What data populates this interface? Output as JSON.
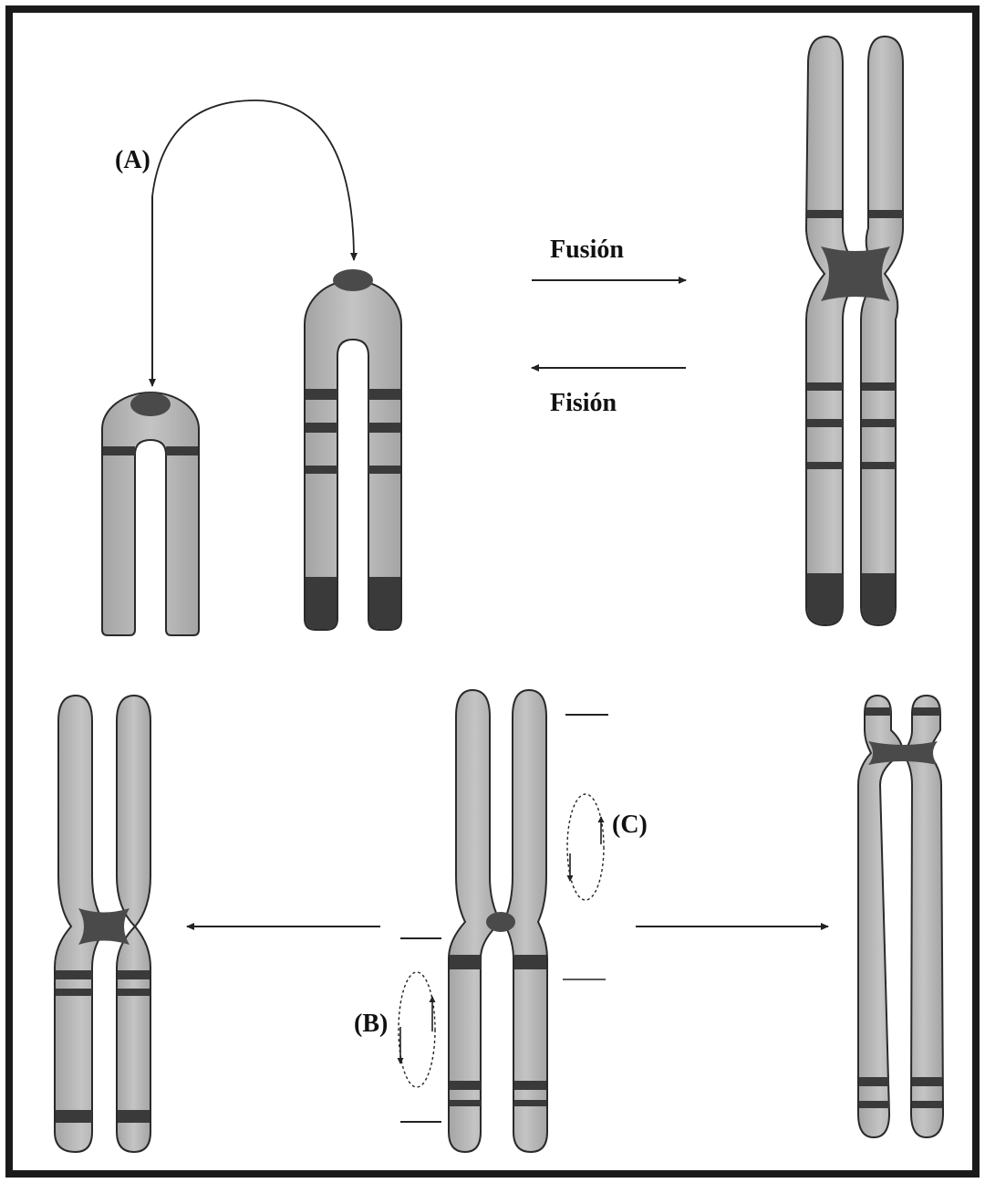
{
  "labels": {
    "a": "(A)",
    "b": "(B)",
    "c": "(C)",
    "fusion": "Fusión",
    "fission": "Fisión"
  },
  "colors": {
    "border": "#1a1a1a",
    "chromatid_fill": "#b4b4b4",
    "chromatid_outline": "#2a2a2a",
    "band": "#3a3a3a",
    "centromere": "#4a4a4a",
    "arrow": "#222222"
  }
}
